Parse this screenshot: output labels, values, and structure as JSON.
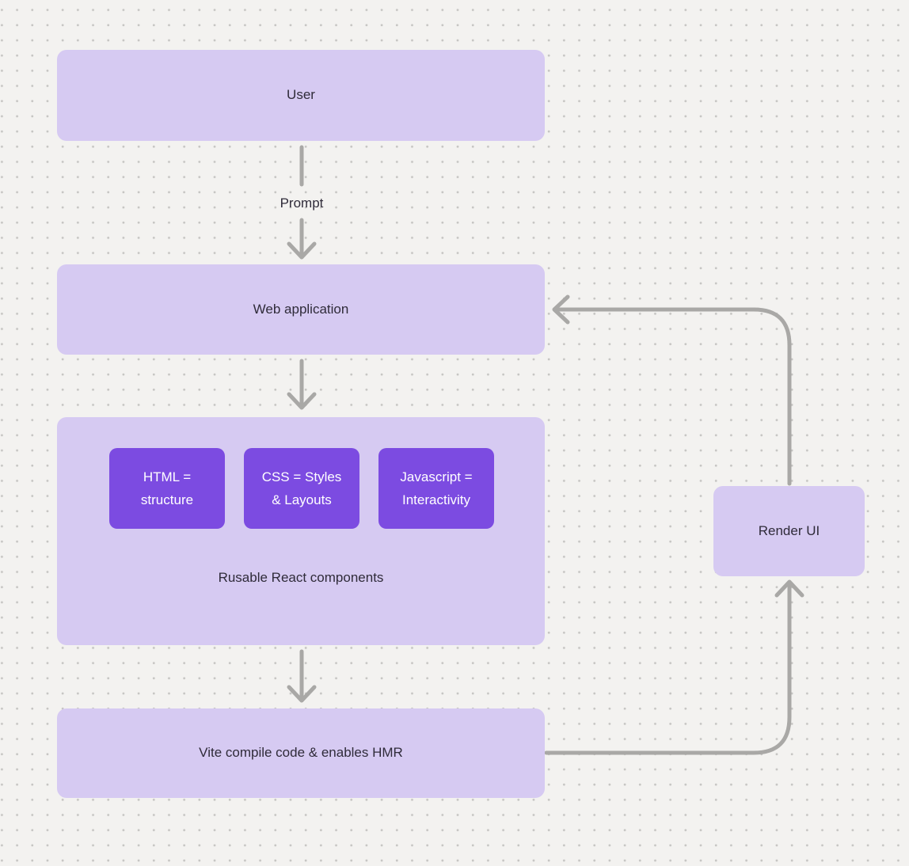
{
  "theme": {
    "bg": "#f3f2f0",
    "dot": "#c6c5c3",
    "lavender": "#d6caf2",
    "purple": "#7c4be1",
    "arrow": "#a9a8a6",
    "text-dark": "#2f2b39",
    "text-light": "#ffffff"
  },
  "nodes": {
    "user": {
      "label": "User"
    },
    "web_application": {
      "label": "Web application"
    },
    "group": {
      "caption": "Rusable React components",
      "chips": [
        {
          "line1": "HTML =",
          "line2": "structure"
        },
        {
          "line1": "CSS = Styles",
          "line2": "& Layouts"
        },
        {
          "line1": "Javascript =",
          "line2": "Interactivity"
        }
      ]
    },
    "vite": {
      "label": "Vite compile code & enables HMR"
    },
    "render_ui": {
      "label": "Render UI"
    }
  },
  "edges": {
    "prompt": {
      "label": "Prompt"
    }
  }
}
